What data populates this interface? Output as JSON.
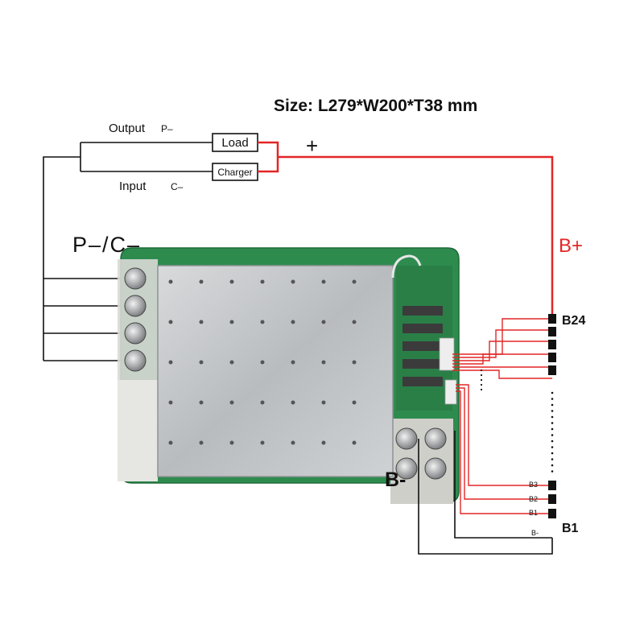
{
  "title": "Size: L279*W200*T38 mm",
  "output_label": "Output",
  "output_terminal": "P–",
  "input_label": "Input",
  "input_terminal": "C–",
  "load_box": "Load",
  "charger_box": "Charger",
  "plus_sign": "+",
  "pc_label": "P–/C–",
  "bplus_label": "B+",
  "bminus_label": "B-",
  "b24_label": "B24",
  "b1_label": "B1",
  "cell_taps": [
    "B3",
    "B2",
    "B1",
    "B-"
  ],
  "colors": {
    "positive_wire": "#e32626",
    "negative_wire": "#111111",
    "pcb": "#2e8b4e",
    "heatsink": "#c9cccf"
  }
}
